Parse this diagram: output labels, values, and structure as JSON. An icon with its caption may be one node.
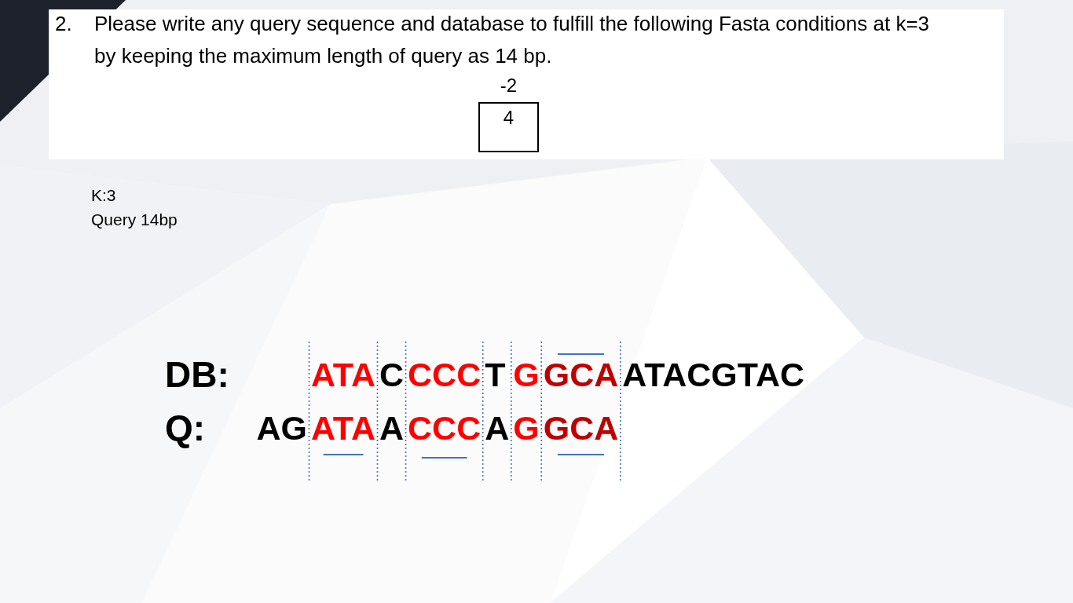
{
  "diagram": {
    "nodes": [
      {
        "text": [
          "4"
        ],
        "beside": [
          "-2"
        ]
      }
    ],
    "labels": [
      "2.",
      "Please write any query sequence and database to fulfill the following Fasta conditions at k=3 by keeping the maximum length of query as 14 bp.",
      "K:3",
      "Query 14bp",
      "DB:",
      "ATACCCCTGGCAATACGTAC",
      "Q:",
      "AGATAACCCAGGCA"
    ]
  }
}
